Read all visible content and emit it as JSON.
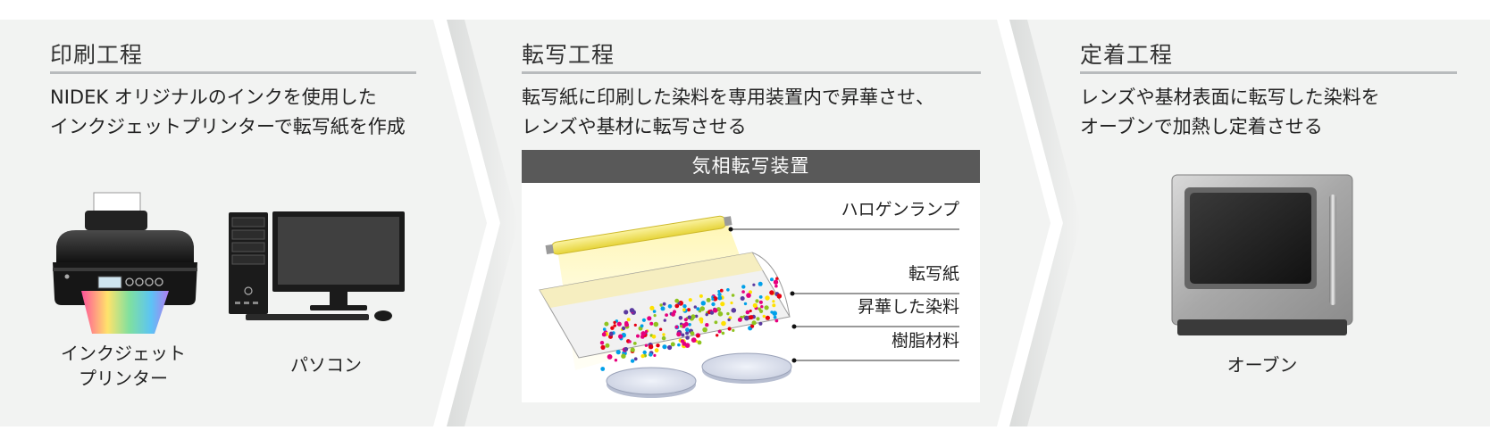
{
  "steps": [
    {
      "title": "印刷工程",
      "description": [
        "NIDEK オリジナルのインクを使用した",
        "インクジェットプリンターで転写紙を作成"
      ],
      "devices": [
        {
          "label_lines": [
            "インクジェット",
            "プリンター"
          ],
          "icon": "inkjet-printer-icon"
        },
        {
          "label_lines": [
            "パソコン"
          ],
          "icon": "desktop-computer-icon"
        }
      ]
    },
    {
      "title": "転写工程",
      "description": [
        "転写紙に印刷した染料を専用装置内で昇華させ、",
        "レンズや基材に転写させる"
      ],
      "apparatus": {
        "title": "気相転写装置",
        "labels": [
          "ハロゲンランプ",
          "転写紙",
          "昇華した染料",
          "樹脂材料"
        ]
      }
    },
    {
      "title": "定着工程",
      "description": [
        "レンズや基材表面に転写した染料を",
        "オーブンで加熱し定着させる"
      ],
      "devices": [
        {
          "label_lines": [
            "オーブン"
          ],
          "icon": "oven-icon"
        }
      ]
    }
  ],
  "colors": {
    "band": "#f2f3f2",
    "rule": "#b8bbbd",
    "panel_header": "#595959",
    "lamp": "#f3e55a"
  }
}
